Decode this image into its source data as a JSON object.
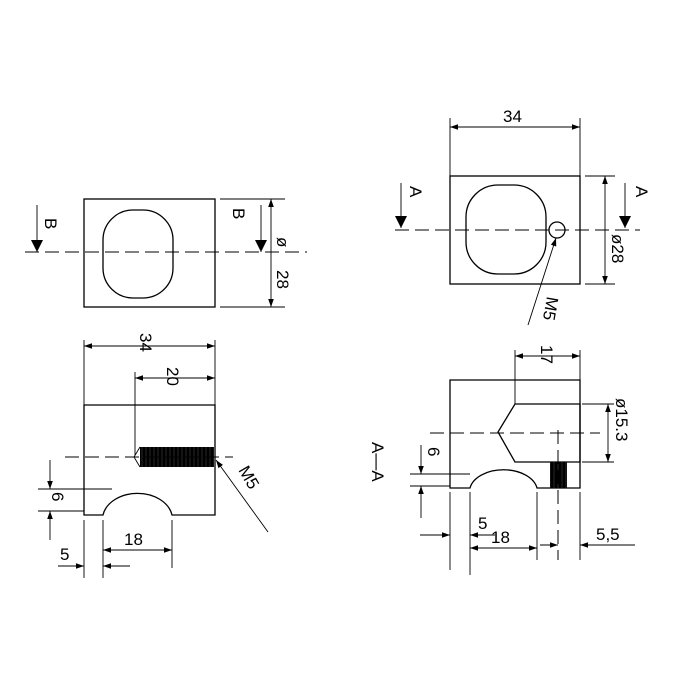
{
  "title": "Clamp block technical drawing",
  "views": {
    "top_left": {
      "section_left": "B",
      "section_right": "B",
      "diameter_symbol": "ø",
      "dim_height": "28"
    },
    "top_right": {
      "dim_width": "34",
      "section_left": "A",
      "section_right": "A",
      "dim_diameter": "ø28",
      "thread_label": "M5"
    },
    "section_b": {
      "dim_width": "34",
      "dim_thread_depth": "20",
      "thread_label": "M5",
      "dim_6": "6",
      "dim_5": "5",
      "dim_18": "18"
    },
    "section_a": {
      "label": "A—A",
      "dim_17": "17",
      "dim_bore": "ø15.3",
      "dim_6": "6",
      "dim_5": "5",
      "dim_18": "18",
      "dim_5_5": "5,5"
    }
  }
}
